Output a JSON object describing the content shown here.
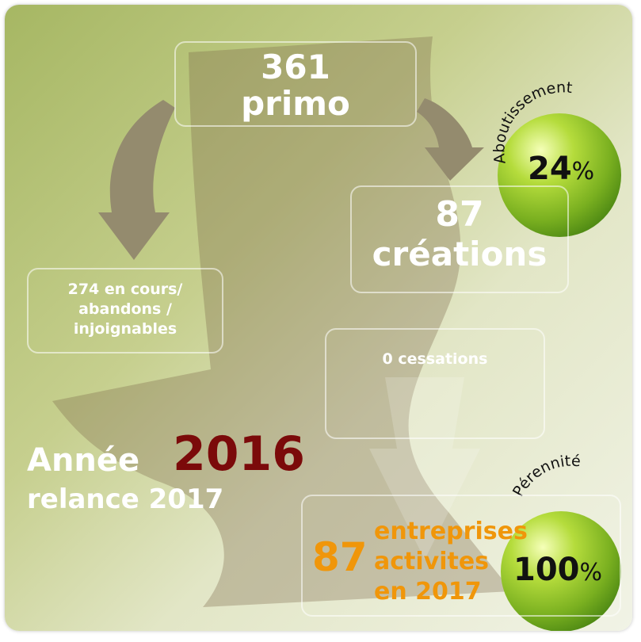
{
  "start": {
    "value": "361",
    "label": "primo"
  },
  "creations": {
    "value": "87",
    "label": "créations"
  },
  "abandons": {
    "lines": [
      "274 en cours/",
      "abandons /",
      "injoignables"
    ]
  },
  "cessations": {
    "label": "0 cessations"
  },
  "year": {
    "prefix": "Année",
    "value": "2016",
    "relance": "relance 2017"
  },
  "active": {
    "value": "87",
    "lines": [
      "entreprises",
      "activites",
      "en 2017"
    ]
  },
  "aboutissement": {
    "label": "Aboutissement",
    "value": "24",
    "unit": "%"
  },
  "perennite": {
    "label": "Pérennité",
    "value": "100",
    "unit": "%"
  },
  "colors": {
    "dark_red": "#7b0a0a",
    "orange": "#f0960a",
    "arrow": "#9a9173"
  }
}
